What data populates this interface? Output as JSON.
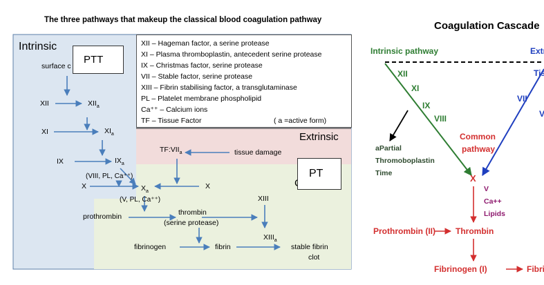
{
  "left_panel": {
    "title": "The three pathways that makeup the classical blood coagulation pathway",
    "intrinsic_label": "Intrinsic",
    "extrinsic_label": "Extrinsic",
    "common_label_partial": "C",
    "ptt_box": "PTT",
    "pt_box": "PT",
    "legend": [
      "XII  – Hageman factor, a serine protease",
      "XI  – Plasma thromboplastin, antecedent serine protease",
      "IX  – Christmas factor, serine protease",
      "VII  – Stable factor, serine protease",
      "XIII – Fibrin stabilising factor, a transglutaminase",
      "PL  –  Platelet membrane phospholipid",
      "Ca⁺⁺ – Calcium ions",
      "TF  –  Tissue Factor"
    ],
    "legend_note": "( a  =active form)",
    "nodes": {
      "surface": "surface c",
      "xii": "XII",
      "xiia": "XII",
      "xi": "XI",
      "xia": "XI",
      "ix": "IX",
      "ixa": "IX",
      "cofactors_intrinsic": "(VIII, PL, Ca⁺⁺)",
      "x_left": "X",
      "xa": "X",
      "x_right": "X",
      "cofactors_common": "(V, PL, Ca⁺⁺)",
      "tf_viia": "TF:VII",
      "tissue_damage": "tissue damage",
      "prothrombin": "prothrombin",
      "thrombin": "thrombin",
      "serine_protease": "(serine protease)",
      "xiii": "XIII",
      "xiiia": "XIII",
      "fibrinogen": "fibrinogen",
      "fibrin": "fibrin",
      "stable_fibrin": "stable fibrin",
      "clot": "clot",
      "subscript_a": "a"
    }
  },
  "right_panel": {
    "title": "Coagulation Cascade",
    "intrinsic_pathway": "Intrinsic pathway",
    "extrinsic_partial": "Extr",
    "tissue_partial": "Tis",
    "factors_left": [
      "XII",
      "XI",
      "IX",
      "VIII"
    ],
    "factor_vii": "VII",
    "partial_v": "V",
    "aptt_lines": [
      "aPartial",
      "Thromoboplastin",
      "Time"
    ],
    "common_pathway": [
      "Common",
      "pathway"
    ],
    "x_label": "X",
    "cofactors": [
      "V",
      "Ca++",
      "Lipids"
    ],
    "prothrombin": "Prothrombin (II)",
    "thrombin": "Thrombin",
    "fibrinogen": "Fibrinogen (I)",
    "fibrin_partial": "Fibri"
  },
  "colors": {
    "intrinsic_bg": "#dce6f1",
    "extrinsic_bg": "#f2dcdb",
    "common_bg": "#ebf1de",
    "arrow_blue": "#4a7ebb",
    "cascade_green": "#2e7d32",
    "cascade_blue": "#1f3fbf",
    "cascade_red": "#d32f2f",
    "cascade_magenta": "#8e1a6e"
  }
}
